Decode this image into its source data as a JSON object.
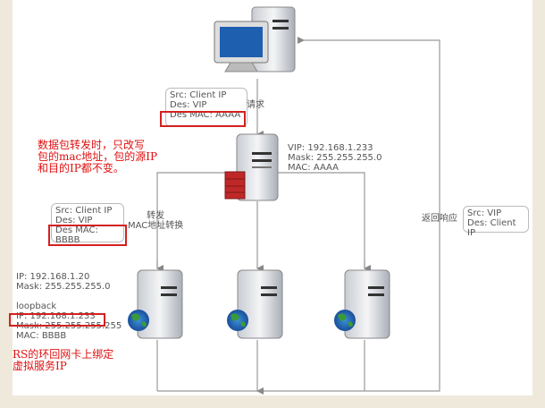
{
  "client_packet": {
    "src": "Src: Client IP",
    "des": "Des: VIP",
    "mac": "Des MAC: AAAA"
  },
  "request_label": "请求",
  "note_top": [
    "数据包转发时，只改写",
    "包的mac地址，包的源IP",
    "和目的IP都不变。"
  ],
  "director": {
    "vip": "VIP: 192.168.1.233",
    "mask": "Mask: 255.255.255.0",
    "mac": "MAC: AAAA"
  },
  "forward_packet": {
    "src": "Src: Client IP",
    "des": "Des: VIP",
    "mac": "Des MAC: BBBB"
  },
  "forward_label": [
    "转发",
    "MAC地址转换"
  ],
  "return_label": "返回响应",
  "return_packet": {
    "src": "Src: VIP",
    "des": "Des: Client IP"
  },
  "rs": {
    "ip": "IP: 192.168.1.20",
    "mask": "Mask: 255.255.255.0",
    "loopback": "loopback",
    "lo_ip": "IP: 192.168.1.233",
    "lo_mask": "Mask: 255.255.255.255",
    "mac": "MAC: BBBB"
  },
  "note_bottom": [
    "RS的环回网卡上绑定",
    "虚拟服务IP"
  ],
  "colors": {
    "accent_red": "#e01010",
    "line": "#999999"
  }
}
